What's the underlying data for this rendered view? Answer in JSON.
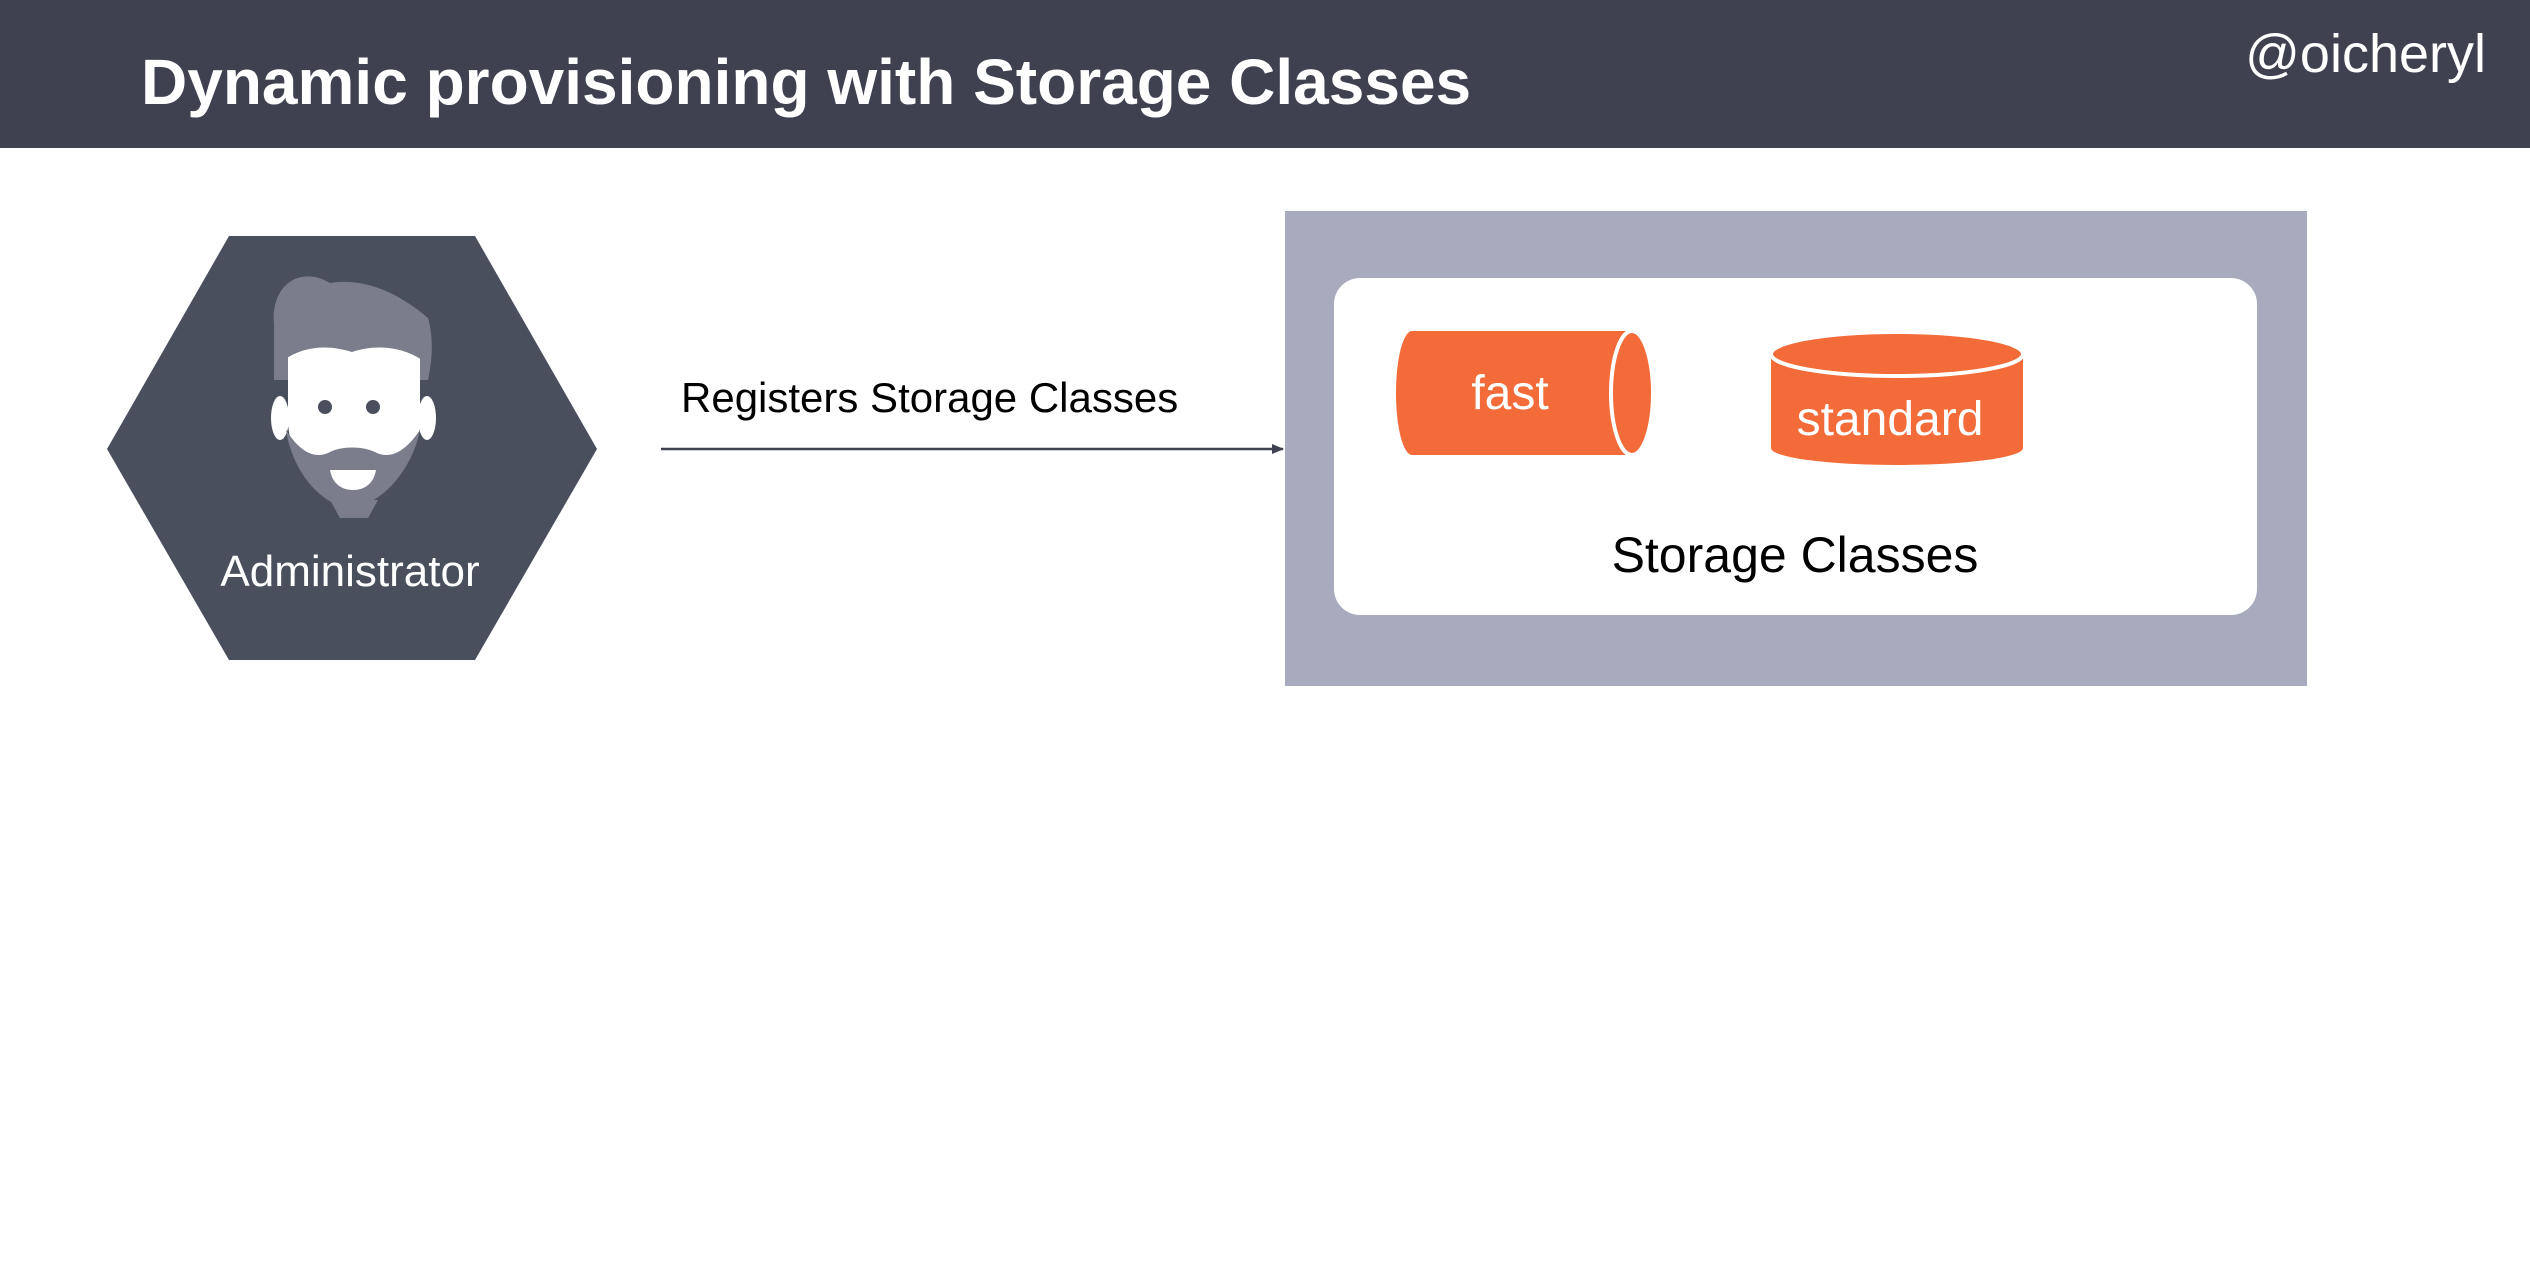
{
  "header": {
    "title": "Dynamic provisioning with Storage Classes",
    "handle": "@oicheryl"
  },
  "actor": {
    "label": "Administrator",
    "icon": "administrator-avatar-icon"
  },
  "relation": {
    "label": "Registers Storage Classes"
  },
  "storage": {
    "caption": "Storage Classes",
    "classes": [
      {
        "name": "fast",
        "icon": "horizontal-cylinder-icon"
      },
      {
        "name": "standard",
        "icon": "disk-cylinder-icon"
      }
    ]
  },
  "colors": {
    "header_bg": "#3f4150",
    "hexagon": "#4a4f5e",
    "avatar": "#7b7d8c",
    "panel_outer": "#a8abbd",
    "panel_inner": "#ffffff",
    "storage_orange": "#f26b38",
    "arrow": "#3f4150"
  }
}
